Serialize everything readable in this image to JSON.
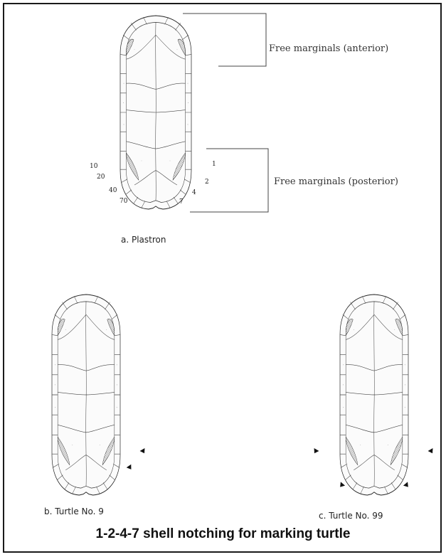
{
  "labels": {
    "anterior": "Free marginals (anterior)",
    "posterior": "Free marginals (posterior)",
    "plastron": "a. Plastron",
    "turtle9": "b. Turtle No. 9",
    "turtle99": "c. Turtle  No. 99",
    "caption": "1-2-4-7 shell notching for marking turtle"
  },
  "notch_numbers": {
    "right": [
      "1",
      "2",
      "4",
      "7"
    ],
    "left": [
      "10",
      "20",
      "40",
      "70"
    ]
  },
  "colors": {
    "line": "#2a2a2a",
    "shade": "#555555"
  }
}
